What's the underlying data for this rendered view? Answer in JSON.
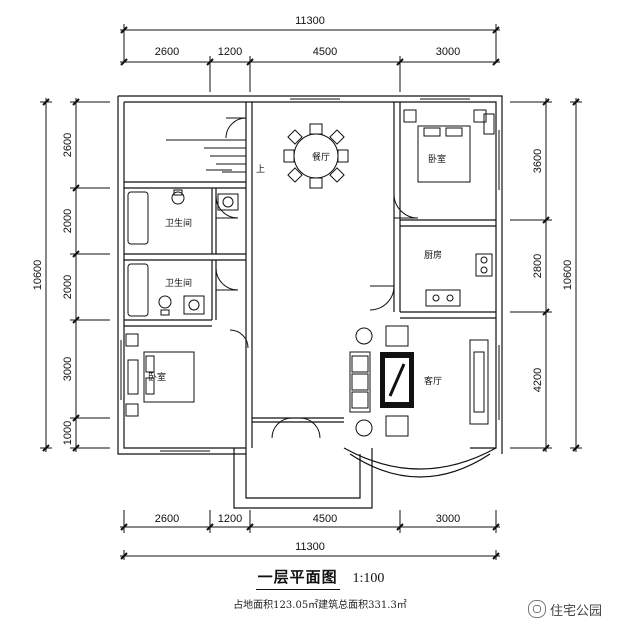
{
  "dimensions": {
    "total_width": "11300",
    "top_segments": [
      "2600",
      "1200",
      "4500",
      "3000"
    ],
    "bottom_segments": [
      "2600",
      "1200",
      "4500",
      "3000"
    ],
    "total_height": "10600",
    "left_segments": [
      "2600",
      "2000",
      "2000",
      "3000",
      "1000"
    ],
    "right_segments": [
      "3600",
      "2800",
      "4200"
    ]
  },
  "rooms": {
    "dining": "餐厅",
    "bedroom_ne": "卧室",
    "kitchen": "厨房",
    "bath_1": "卫生间",
    "bath_2": "卫生间",
    "bedroom_sw": "卧室",
    "living": "客厅",
    "stair_up": "上"
  },
  "caption": {
    "title": "一层平面图",
    "scale": "1:100",
    "area_text": "占地面积123.05㎡建筑总面积331.3㎡"
  },
  "watermark": "住宅公园"
}
